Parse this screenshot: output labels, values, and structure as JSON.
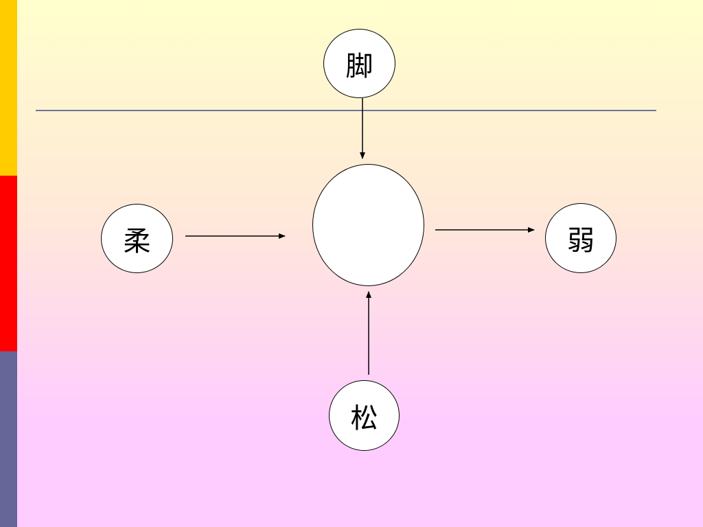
{
  "colors": {
    "background_top": "#FFFFCC",
    "background_bottom": "#FFCCFF",
    "bar_yellow": "#FFCC00",
    "bar_red": "#FF0000",
    "bar_purple": "#666699",
    "divider": "#6B7599"
  },
  "diagram": {
    "nodes": {
      "top": "脚",
      "left": "柔",
      "right": "弱",
      "bottom": "松",
      "center": ""
    },
    "edges": [
      {
        "from": "top",
        "to": "center"
      },
      {
        "from": "left",
        "to": "center"
      },
      {
        "from": "bottom",
        "to": "center"
      },
      {
        "from": "center",
        "to": "right"
      }
    ]
  }
}
